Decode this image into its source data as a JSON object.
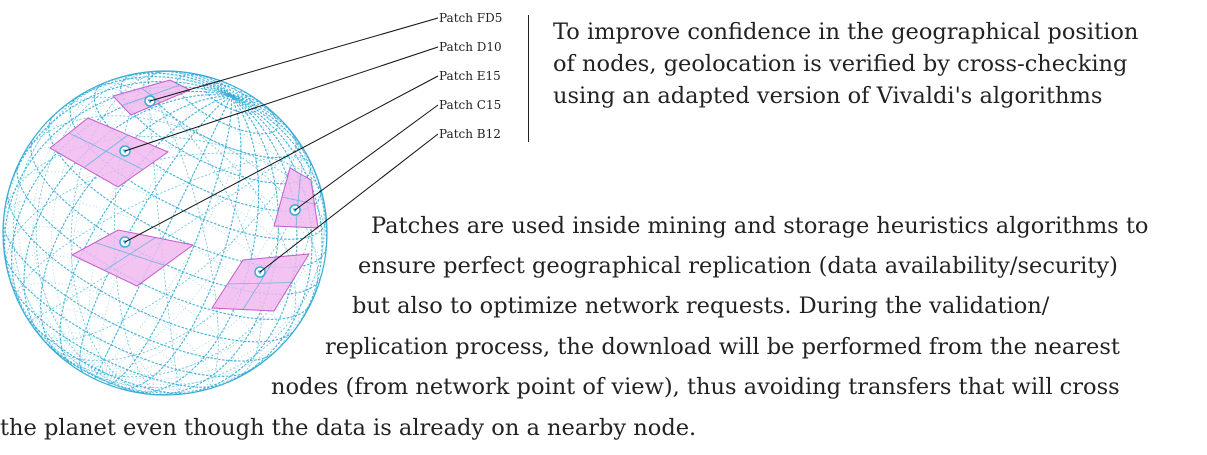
{
  "patches": [
    {
      "label": "Patch FD5"
    },
    {
      "label": "Patch D10"
    },
    {
      "label": "Patch E15"
    },
    {
      "label": "Patch C15"
    },
    {
      "label": "Patch B12"
    }
  ],
  "intro_lines": [
    "To improve confidence in the geographical position",
    "of nodes, geolocation is verified by cross-checking",
    "using an adapted version of Vivaldi's algorithms"
  ],
  "body_lines": [
    "Patches are used inside mining and storage heuristics algorithms to",
    "ensure perfect geographical replication (data availability/security)",
    "but also to optimize network requests. During the validation/",
    "replication process, the download will be performed from the nearest",
    "nodes (from network point of view), thus avoiding transfers that will cross",
    "the planet even though the data is already on a nearby node."
  ],
  "colors": {
    "mesh": "#39aed6",
    "patch_fill": "#f1b9f0",
    "patch_stroke": "#c35ec8",
    "leader": "#111111"
  },
  "icons": [
    "node-marker-icon"
  ]
}
